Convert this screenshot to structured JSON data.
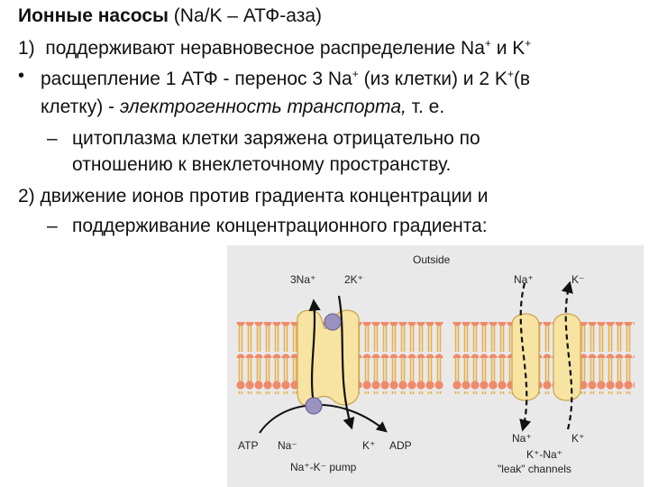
{
  "title": {
    "bold_part": "Ионные насосы",
    "rest": " (Na/K – АТФ-аза)"
  },
  "point1": {
    "number": "1)",
    "text": "поддерживают неравновесное распределение Na",
    "sup1": "+",
    "and": " и K",
    "sup2": "+"
  },
  "bullet": {
    "marker": "•",
    "text_a": "расщепление 1 АТФ - перенос 3 Na",
    "sup1": "+",
    "text_b": " (из клетки) и 2 K",
    "sup2": "+",
    "text_c": "(в",
    "line2_plain": "клетку) - ",
    "line2_italic": "электрогенность транспорта,",
    "line2_end": " т. е."
  },
  "dash1": {
    "marker": "–",
    "line1": "цитоплазма клетки заряжена отрицательно по",
    "line2": "отношению к внеклеточному пространству."
  },
  "point2": {
    "text": "2) движение ионов против градиента концентрации и"
  },
  "dash2": {
    "marker": "–",
    "text": "поддерживание концентрационного градиента:"
  },
  "figure": {
    "outside": "Outside",
    "pump_top_na": "3Na⁺",
    "pump_top_k": "2K⁺",
    "atp": "ATP",
    "pump_bottom_na": "Na⁻",
    "pump_bottom_k": "K⁺",
    "adp": "ADP",
    "pump_caption": "Na⁺-K⁻ pump",
    "leak_top_na": "Na⁺",
    "leak_top_k": "K⁻",
    "leak_bottom_na": "Na⁺",
    "leak_bottom_k": "K⁺",
    "leak_caption_1": "K⁺-Na⁺",
    "leak_caption_2": "\"leak\" channels",
    "colors": {
      "background": "#e9e9e9",
      "lipid_head": "#f08a6a",
      "lipid_tail": "#e8b04a",
      "protein_fill": "#f7e4a2",
      "protein_stroke": "#c9a24a",
      "site": "#9a93c0"
    }
  }
}
